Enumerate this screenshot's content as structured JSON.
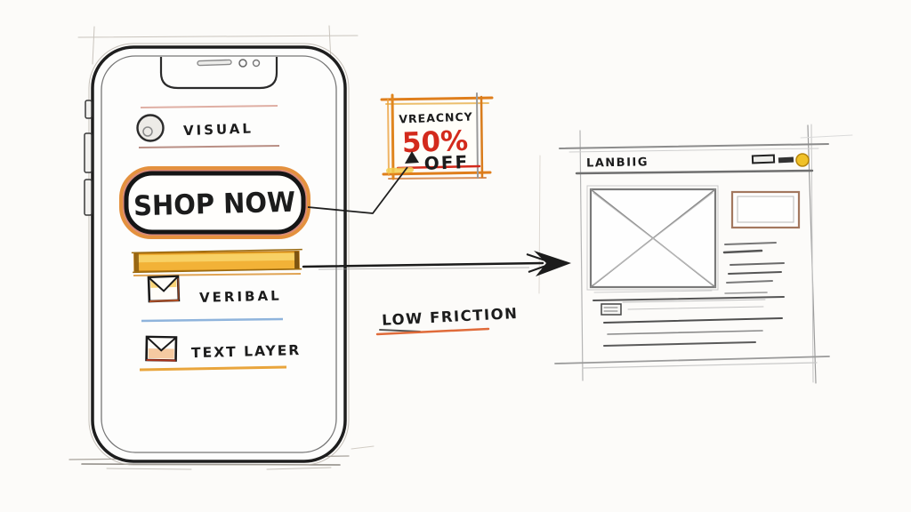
{
  "phone": {
    "visual_label": "VISUAL",
    "shop_now_label": "SHOP NOW",
    "veribal_label": "VERIBAL",
    "text_layer_label": "TEXT LAYER"
  },
  "badge": {
    "urgency_label": "VREACNCY",
    "discount_value": "50%",
    "discount_suffix": "OFF"
  },
  "annotations": {
    "low_friction_label": "LOW FRICTION"
  },
  "wireframe": {
    "title": "LANBIIG"
  },
  "colors": {
    "accent_orange": "#DF7E1C",
    "accent_yellow": "#F2B237",
    "accent_red": "#D32A1C",
    "accent_blue": "#8FB4DC",
    "ink": "#1C1C1C"
  }
}
